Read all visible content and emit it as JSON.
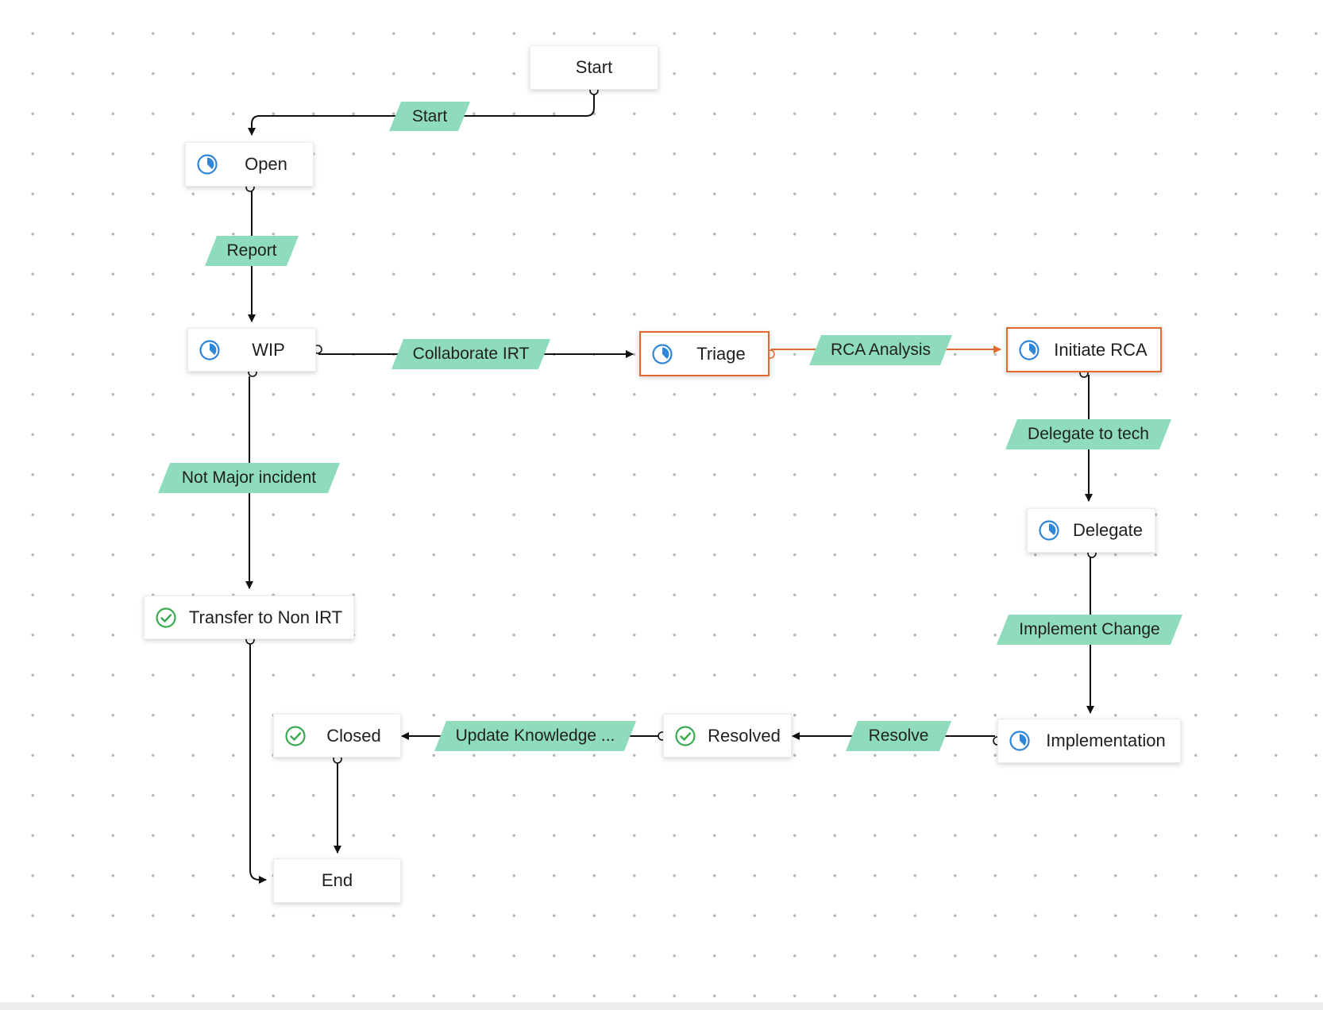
{
  "diagram": {
    "nodes": [
      {
        "id": "start",
        "label": "Start",
        "icon": "none"
      },
      {
        "id": "open",
        "label": "Open",
        "icon": "clock-icon"
      },
      {
        "id": "wip",
        "label": "WIP",
        "icon": "clock-icon"
      },
      {
        "id": "triage",
        "label": "Triage",
        "icon": "clock-icon",
        "highlighted": true
      },
      {
        "id": "initiate-rca",
        "label": "Initiate RCA",
        "icon": "clock-icon",
        "highlighted": true
      },
      {
        "id": "delegate",
        "label": "Delegate",
        "icon": "clock-icon"
      },
      {
        "id": "implementation",
        "label": "Implementation",
        "icon": "clock-icon"
      },
      {
        "id": "resolved",
        "label": "Resolved",
        "icon": "check-circle-icon"
      },
      {
        "id": "closed",
        "label": "Closed",
        "icon": "check-circle-icon"
      },
      {
        "id": "transfer-non-irt",
        "label": "Transfer to Non IRT",
        "icon": "check-circle-icon"
      },
      {
        "id": "end",
        "label": "End",
        "icon": "none"
      }
    ],
    "transitions": [
      {
        "id": "t-start",
        "label": "Start",
        "from": "start",
        "to": "open"
      },
      {
        "id": "t-report",
        "label": "Report",
        "from": "open",
        "to": "wip"
      },
      {
        "id": "t-collaborate",
        "label": "Collaborate IRT",
        "from": "wip",
        "to": "triage"
      },
      {
        "id": "t-rca",
        "label": "RCA Analysis",
        "from": "triage",
        "to": "initiate-rca",
        "highlighted": true
      },
      {
        "id": "t-delegate",
        "label": "Delegate to tech",
        "from": "initiate-rca",
        "to": "delegate"
      },
      {
        "id": "t-implement",
        "label": "Implement Change",
        "from": "delegate",
        "to": "implementation"
      },
      {
        "id": "t-resolve",
        "label": "Resolve",
        "from": "implementation",
        "to": "resolved"
      },
      {
        "id": "t-update",
        "label": "Update Knowledge ...",
        "from": "resolved",
        "to": "closed"
      },
      {
        "id": "t-not-major",
        "label": "Not Major incident",
        "from": "wip",
        "to": "transfer-non-irt"
      },
      {
        "id": "t-closed-end",
        "label": "",
        "from": "closed",
        "to": "end"
      },
      {
        "id": "t-transfer-end",
        "label": "",
        "from": "transfer-non-irt",
        "to": "end"
      }
    ]
  },
  "colors": {
    "connector": "#111111",
    "highlight": "#e36a2e",
    "label_fill": "#8fdcbc",
    "clock_icon": "#2f86d8",
    "check_icon": "#3aaa4e"
  }
}
